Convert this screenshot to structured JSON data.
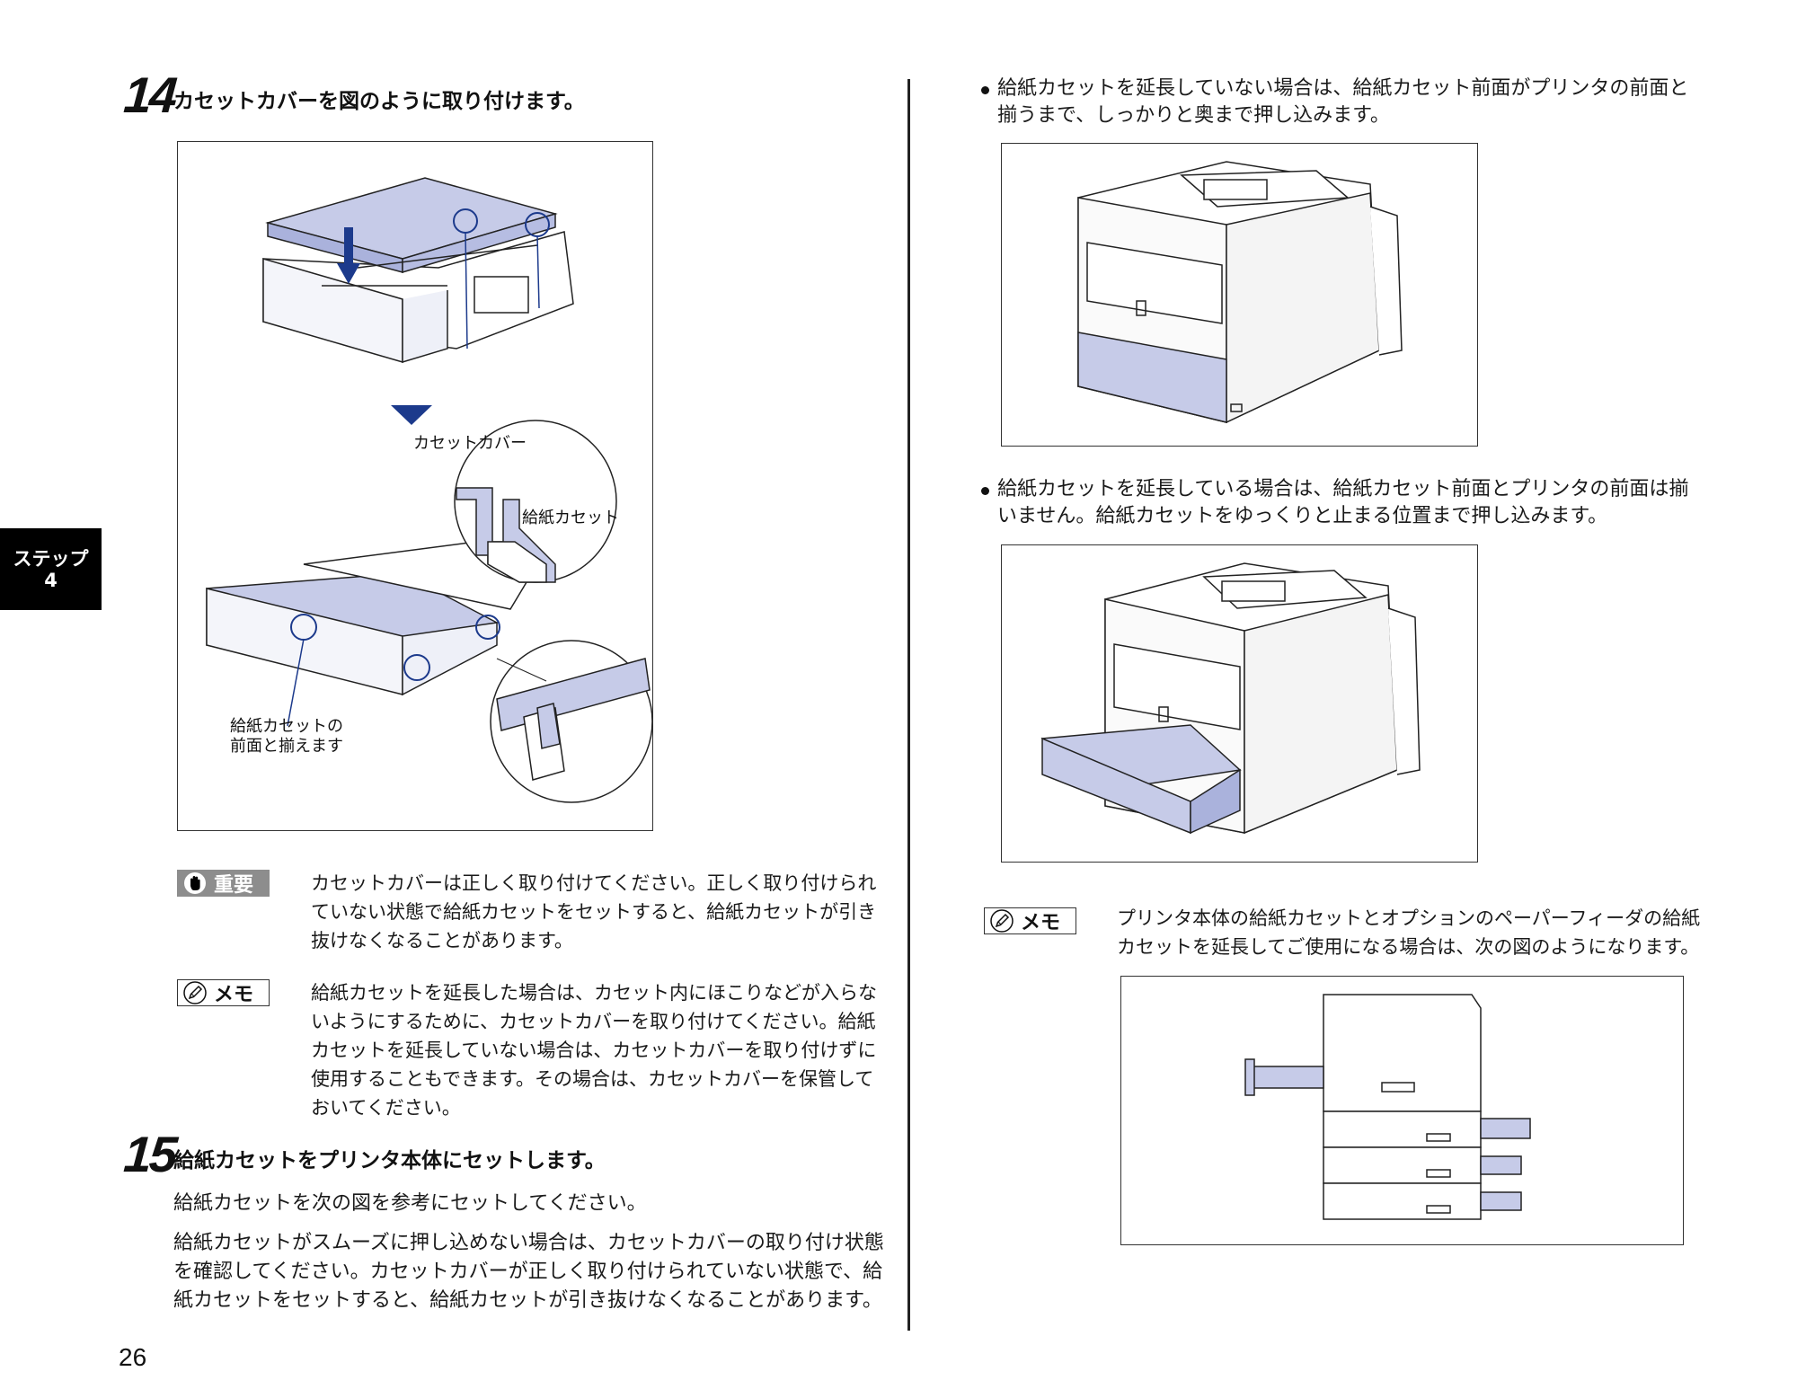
{
  "step14": {
    "number": "14",
    "title": "カセットカバーを図のように取り付けます。"
  },
  "fig1": {
    "callout_cover": "カセットカバー",
    "callout_cassette": "給紙カセット",
    "callout_front_line1": "給紙カセットの",
    "callout_front_line2": "前面と揃えます"
  },
  "important": {
    "label": "重要",
    "text": "カセットカバーは正しく取り付けてください。正しく取り付けられていない状態で給紙カセットをセットすると、給紙カセットが引き抜けなくなることがあります。"
  },
  "memo1": {
    "label": "メモ",
    "text": "給紙カセットを延長した場合は、カセット内にほこりなどが入らないようにするために、カセットカバーを取り付けてください。給紙カセットを延長していない場合は、カセットカバーを取り付けずに使用することもできます。その場合は、カセットカバーを保管しておいてください。"
  },
  "step15": {
    "number": "15",
    "title": "給紙カセットをプリンタ本体にセットします。",
    "para1": "給紙カセットを次の図を参考にセットしてください。",
    "para2": "給紙カセットがスムーズに押し込めない場合は、カセットカバーの取り付け状態を確認してください。カセットカバーが正しく取り付けられていない状態で、給紙カセットをセットすると、給紙カセットが引き抜けなくなることがあります。"
  },
  "side_tab": {
    "line1": "ステップ",
    "line2": "4"
  },
  "page_number": "26",
  "right": {
    "bullet1": "給紙カセットを延長していない場合は、給紙カセット前面がプリンタの前面と揃うまで、しっかりと奥まで押し込みます。",
    "bullet2": "給紙カセットを延長している場合は、給紙カセット前面とプリンタの前面は揃いません。給紙カセットをゆっくりと止まる位置まで押し込みます。",
    "memo": {
      "label": "メモ",
      "text": "プリンタ本体の給紙カセットとオプションのペーパーフィーダの給紙カセットを延長してご使用になる場合は、次の図のようになります。"
    }
  },
  "colors": {
    "accent_blue": "#1c3a8c",
    "fill_lavender": "#c6cbe8",
    "badge_gray": "#8d8d8d"
  },
  "icons": {
    "important": "hand-stop-icon",
    "memo": "pencil-icon",
    "arrow": "down-triangle-icon"
  }
}
